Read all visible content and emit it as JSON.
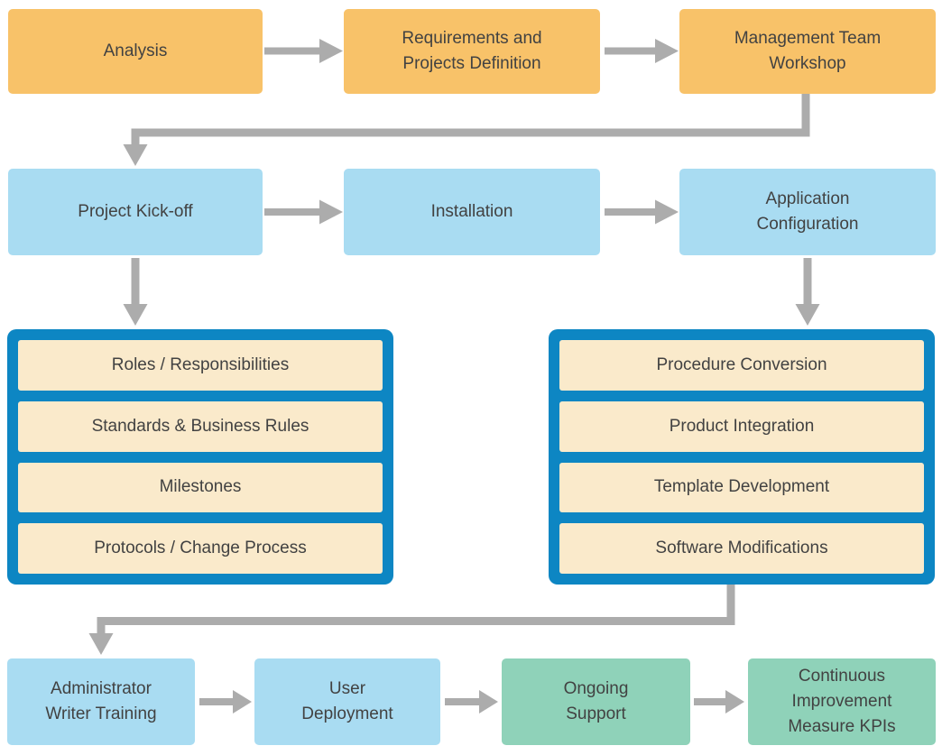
{
  "palette": {
    "orange": "#F8C269",
    "light_blue": "#A9DCF2",
    "container_blue": "#0D86C3",
    "cream": "#FAEACB",
    "green": "#8FD2B9",
    "arrow_gray": "#ACACAC",
    "text": "#424242",
    "background": "#FFFFFF"
  },
  "phase1": {
    "nodes": [
      {
        "id": "analysis",
        "label": "Analysis"
      },
      {
        "id": "requirements-definition",
        "label": "Requirements and\nProjects Definition"
      },
      {
        "id": "management-workshop",
        "label": "Management Team\nWorkshop"
      }
    ]
  },
  "phase2": {
    "nodes": [
      {
        "id": "project-kickoff",
        "label": "Project Kick-off"
      },
      {
        "id": "installation",
        "label": "Installation"
      },
      {
        "id": "application-configuration",
        "label": "Application\nConfiguration"
      }
    ]
  },
  "kickoff_group": {
    "items": [
      {
        "label": "Roles / Responsibilities"
      },
      {
        "label": "Standards & Business Rules"
      },
      {
        "label": "Milestones"
      },
      {
        "label": "Protocols / Change Process"
      }
    ]
  },
  "config_group": {
    "items": [
      {
        "label": "Procedure Conversion"
      },
      {
        "label": "Product Integration"
      },
      {
        "label": "Template Development"
      },
      {
        "label": "Software Modifications"
      }
    ]
  },
  "phase3": {
    "nodes": [
      {
        "id": "administrator-writer-training",
        "label": "Administrator\nWriter Training"
      },
      {
        "id": "user-deployment",
        "label": "User\nDeployment"
      },
      {
        "id": "ongoing-support",
        "label": "Ongoing\nSupport"
      },
      {
        "id": "continuous-improvement",
        "label": "Continuous\nImprovement\nMeasure KPIs"
      }
    ]
  }
}
